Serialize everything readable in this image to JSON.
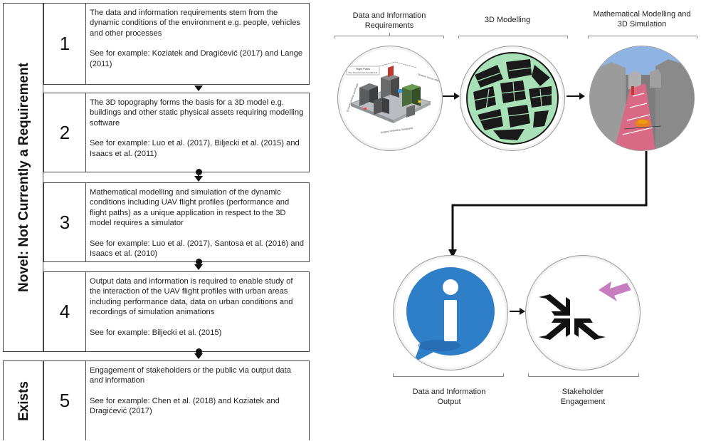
{
  "left_panel": {
    "novel_label": "Novel: Not Currently a Requirement",
    "exists_label": "Exists",
    "steps": [
      {
        "num": "1",
        "text": "The data and information requirements stem from the dynamic conditions of the environment e.g. people, vehicles and other processes",
        "example": "See for example: Koziatek and Dragićević (2017) and Lange (2011)"
      },
      {
        "num": "2",
        "text": "The 3D topography forms the basis for a 3D model e.g. buildings and other static physical assets requiring modelling software",
        "example": "See for example: Luo et al. (2017), Biljecki et al. (2015) and Isaacs et al. (2011)"
      },
      {
        "num": "3",
        "text": "Mathematical modelling and simulation of the dynamic conditions including UAV flight profiles (performance and flight paths) as a unique application in respect to the 3D model requires a simulator",
        "example": "See for example: Luo et al. (2017), Santosa et al. (2016) and Isaacs et al. (2010)"
      },
      {
        "num": "4",
        "text": "Output data and information is required to enable study of the interaction of the UAV flight profiles with urban areas including performance data, data on urban conditions and recordings of simulation animations",
        "example": "See for example: Biljecki et al. (2015)"
      },
      {
        "num": "5",
        "text": "Engagement of stakeholders or the public via output data and information",
        "example": "See for example: Chen et al. (2018) and Koziatek and Dragićević (2017)"
      }
    ]
  },
  "flow": {
    "stages": [
      {
        "label": "Data and Information Requirements"
      },
      {
        "label": "3D Modelling"
      },
      {
        "label": "Mathematical Modelling and 3D Simulation"
      },
      {
        "label": "Data and Information Output"
      },
      {
        "label": "Stakeholder Engagement"
      }
    ],
    "model_annotations": {
      "flight_paths": "Flight Paths",
      "flight_paths_sub": "The “Fan Fan Fan Fan Eh E E”",
      "perimeter": "Dynamic Sensor Information & Sensor Systems",
      "dynamic_left": "Dynamic Vehicles and People",
      "dynamic_bottom": "Dynamic of Building Topography"
    },
    "colors": {
      "info_blue": "#2f7fc8",
      "arrow_pink": "#c77dc0",
      "road_green": "#9fd8b0",
      "sky": "#8fb3e3",
      "sim_pink": "#d86a86"
    }
  }
}
